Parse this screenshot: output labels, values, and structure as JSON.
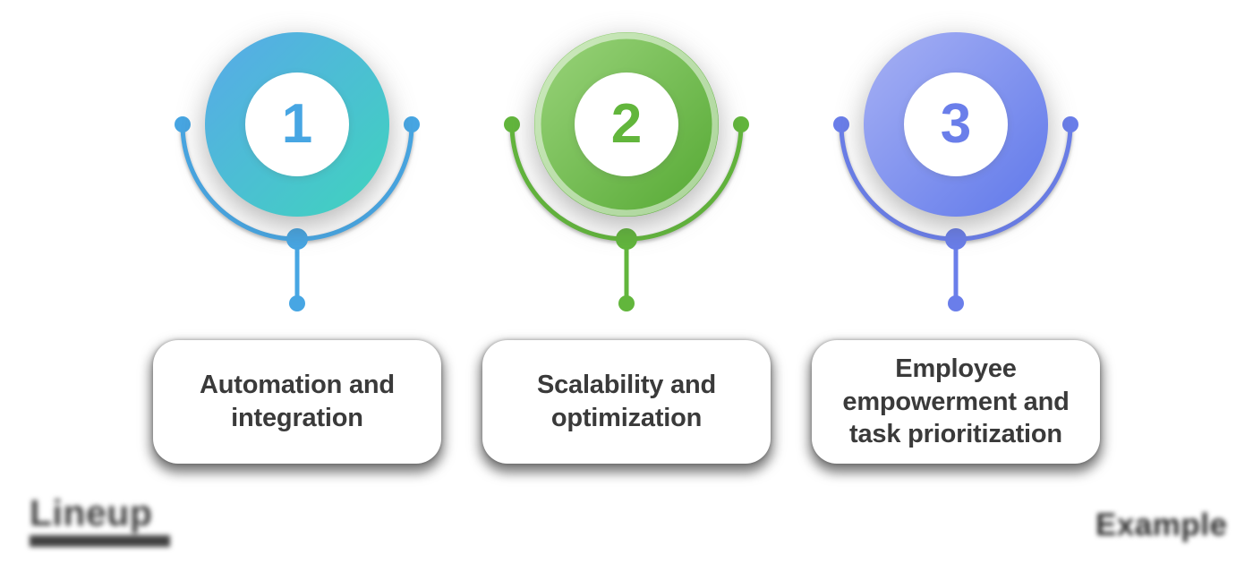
{
  "colors": {
    "background": "#ffffff",
    "card_background": "#ffffff",
    "card_text": "#3a3a3a"
  },
  "items": [
    {
      "number": "1",
      "label": "Automation and integration",
      "gradient_start": "#58a9e9",
      "gradient_end": "#3fd4bd",
      "accent": "#47a6e3",
      "ring": "rgba(255,255,255,0)"
    },
    {
      "number": "2",
      "label": "Scalability and optimization",
      "gradient_start": "#9bd47c",
      "gradient_end": "#54a832",
      "accent": "#62b63c",
      "ring": "rgba(255,255,255,0.5)"
    },
    {
      "number": "3",
      "label": "Employee empowerment and task prioritization",
      "gradient_start": "#a7b1f4",
      "gradient_end": "#5f78ea",
      "accent": "#6a7eea",
      "ring": "rgba(255,255,255,0)"
    }
  ],
  "footer": {
    "left_text": "Lineup",
    "left_color": "#414141",
    "right_text": "Example",
    "right_color": "#2b2b2b"
  }
}
